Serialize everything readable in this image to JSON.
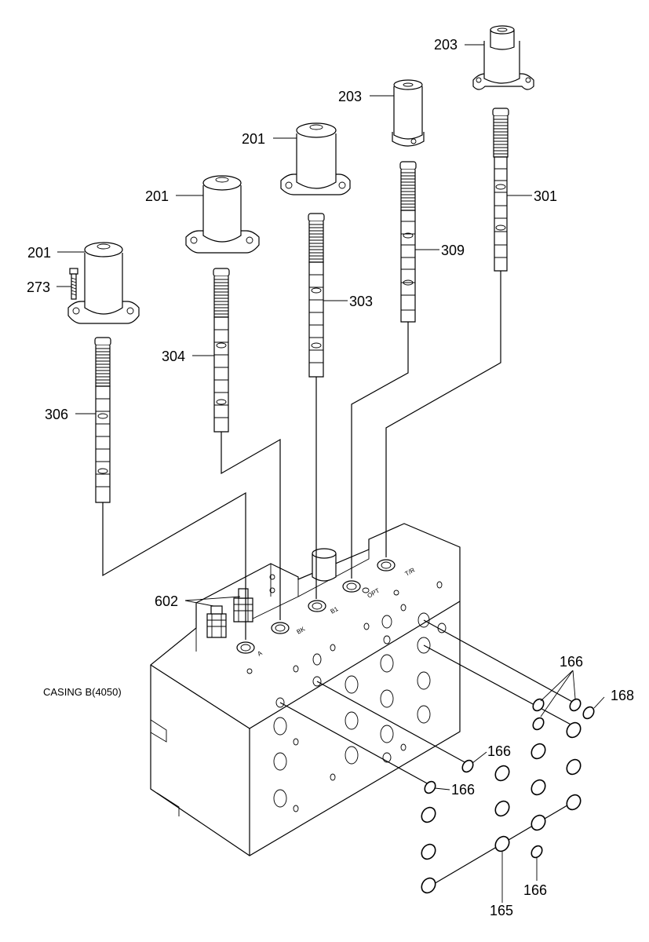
{
  "callouts": {
    "sol_203_right": "203",
    "sol_203_mid": "203",
    "sol_201_center": "201",
    "sol_201_midleft": "201",
    "sol_201_left": "201",
    "bolt_273": "273",
    "spool_301": "301",
    "spool_309": "309",
    "spool_303": "303",
    "spool_304": "304",
    "spool_306": "306",
    "plug_602": "602",
    "oring_166_a": "166",
    "oring_168": "168",
    "oring_166_b": "166",
    "oring_166_c": "166",
    "oring_166_d": "166",
    "oring_165": "165"
  },
  "casing_label": "CASING B(4050)",
  "port_labels": {
    "p1": "A",
    "p2": "BK",
    "p3": "B1",
    "p4": "OPT",
    "p5": "T/R"
  }
}
